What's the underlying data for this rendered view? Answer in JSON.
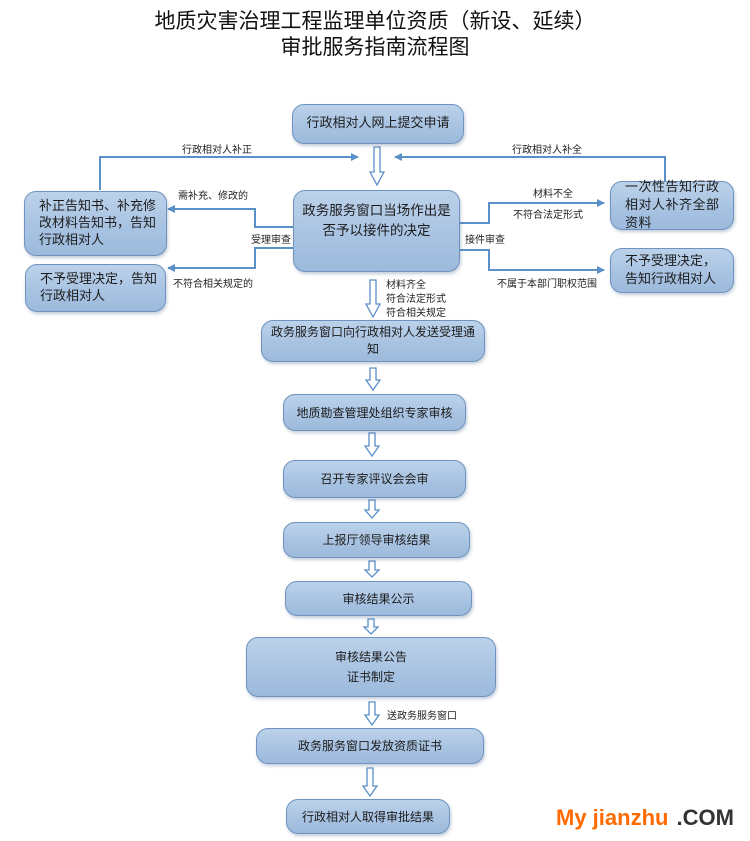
{
  "title": {
    "line1": "地质灾害治理工程监理单位资质（新设、延续）",
    "line2": "审批服务指南流程图"
  },
  "nodes": {
    "submit": "行政相对人网上提交申请",
    "decision": "政务服务窗口当场作出是否予以接件的决定",
    "correction_notice": "补正告知书、补充修改材料告知书，告知行政相对人",
    "reject_left": "不予受理决定，告知行政相对人",
    "notify_once": "一次性告知行政相对人补齐全部资料",
    "reject_right": "不予受理决定，告知行政相对人",
    "accept_notice": "政务服务窗口向行政相对人发送受理通知",
    "expert_review": "地质勘查管理处组织专家审核",
    "expert_meeting": "召开专家评议会会审",
    "leader_review": "上报厅领导审核结果",
    "publicity": "审核结果公示",
    "announcement_line1": "审核结果公告",
    "announcement_line2": "证书制定",
    "issue_cert": "政务服务窗口发放资质证书",
    "obtain_result": "行政相对人取得审批结果"
  },
  "edge_labels": {
    "resubmit_correction": "行政相对人补正",
    "resubmit_complete": "行政相对人补全",
    "need_supplement": "需补充、修改的",
    "acceptance_review": "受理审查",
    "not_compliant": "不符合相关规定的",
    "materials_incomplete": "材料不全",
    "illegal_form": "不符合法定形式",
    "intake_review": "接件审查",
    "out_of_scope": "不属于本部门职权范围",
    "ok_line1": "材料齐全",
    "ok_line2": "符合法定形式",
    "ok_line3": "符合相关规定",
    "send_to_window": "送政务服务窗口"
  },
  "watermark": {
    "brand": "My jianzhu",
    "suffix": ".COM"
  },
  "colors": {
    "box_fill": "#a8c3e2",
    "box_border": "#6d93be",
    "line": "#5b8fc7",
    "watermark_orange": "#ff6a00"
  }
}
